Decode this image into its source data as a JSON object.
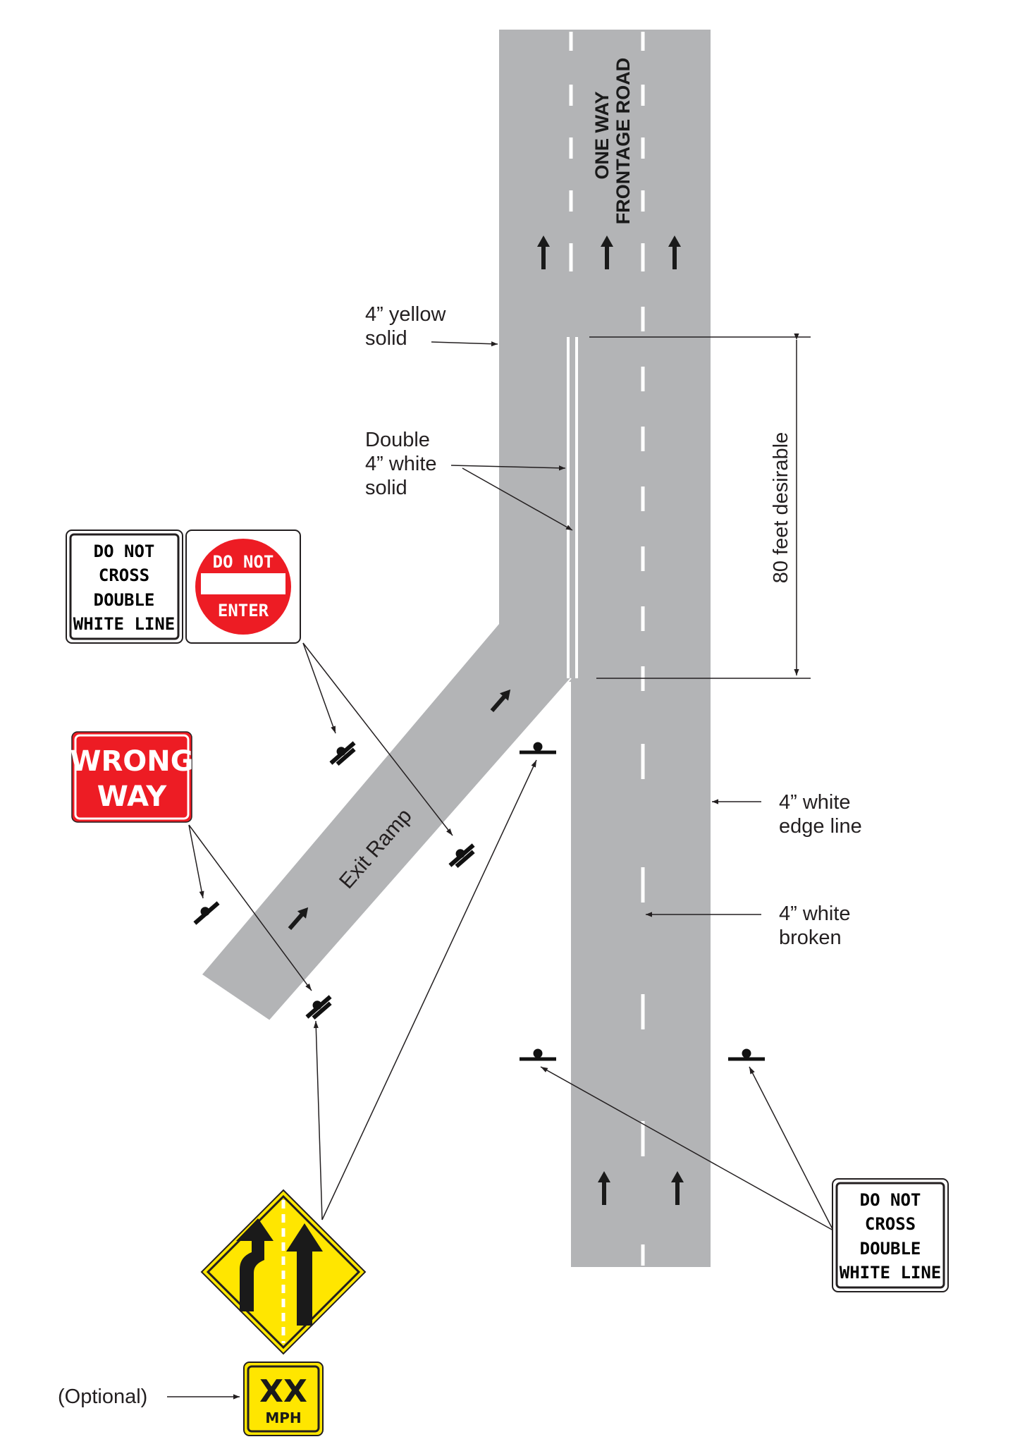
{
  "road_label": [
    "ONE WAY",
    "FRONTAGE ROAD"
  ],
  "ramp_label": "Exit Ramp",
  "annotations": {
    "yellow_solid": [
      "4” yellow",
      "solid"
    ],
    "double_white": [
      "Double",
      "4” white",
      "solid"
    ],
    "distance": "80 feet desirable",
    "edge_line": [
      "4” white",
      "edge line"
    ],
    "broken_line": [
      "4” white",
      "broken"
    ],
    "optional": "(Optional)"
  },
  "signs": {
    "do_not_cross_top": [
      "DO NOT",
      "CROSS",
      "DOUBLE",
      "WHITE LINE"
    ],
    "do_not_enter": [
      "DO NOT",
      "ENTER"
    ],
    "wrong_way": [
      "WRONG",
      "WAY"
    ],
    "do_not_cross_bottom": [
      "DO NOT",
      "CROSS",
      "DOUBLE",
      "WHITE LINE"
    ],
    "speed_plaque": [
      "XX",
      "MPH"
    ]
  },
  "colors": {
    "road": "#b3b4b6",
    "marking_white": "#ffffff",
    "sign_red": "#ed1c24",
    "sign_yellow": "#ffe600",
    "ink": "#231f20"
  }
}
